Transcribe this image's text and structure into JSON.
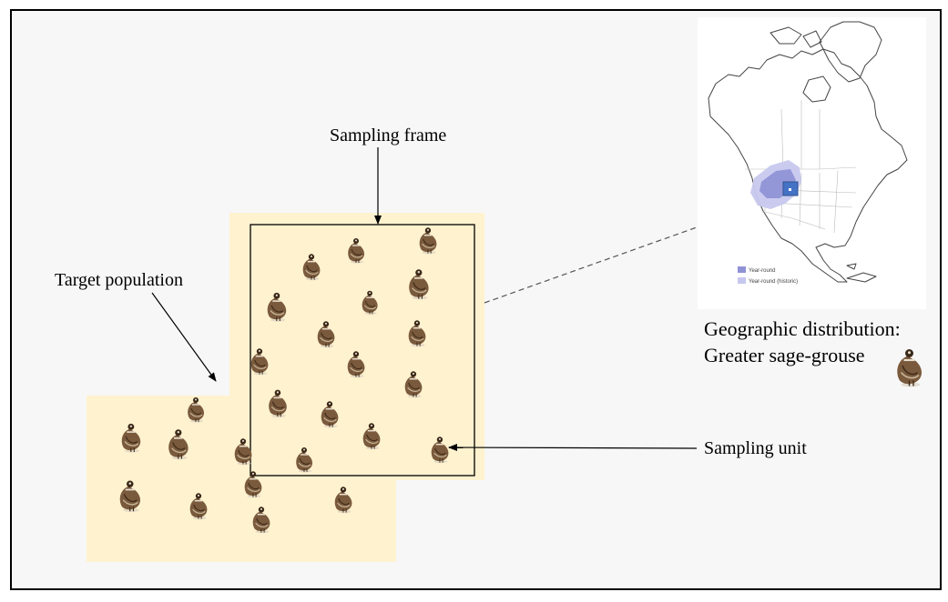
{
  "labels": {
    "sampling_frame": "Sampling frame",
    "target_population": "Target population",
    "sampling_unit": "Sampling unit",
    "geo_line1": "Geographic distribution:",
    "geo_line2": "Greater sage-grouse"
  },
  "map_legend": {
    "year_round": "Year-round",
    "year_round_historic": "Year-round (historic)"
  },
  "colors": {
    "page_background": "#f7f7f7",
    "population_fill": "#fff2cf",
    "range_current": "#8f93d6",
    "range_historic": "#c7c8ee",
    "study_area_marker": "#4472c4"
  }
}
